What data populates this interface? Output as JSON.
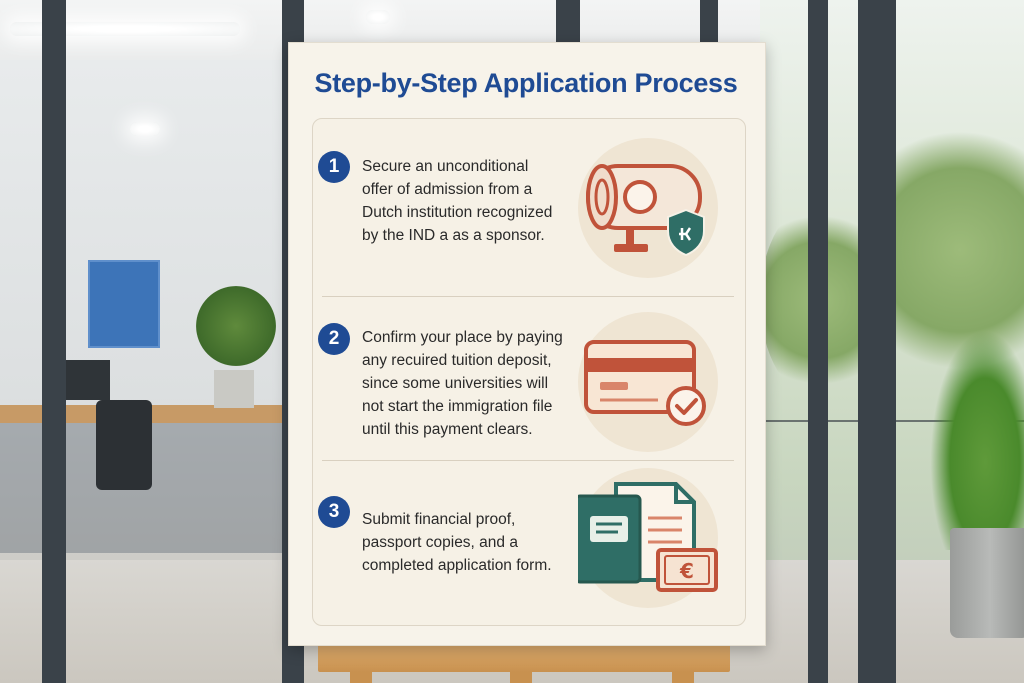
{
  "board": {
    "title": "Step-by-Step Application Process",
    "steps": [
      {
        "number": "1",
        "text": "Secure an unconditional offer of admission from a Dutch institution recognized by the IND a as a sponsor.",
        "icon": "diploma-scroll-shield-icon"
      },
      {
        "number": "2",
        "text": "Confirm your place by paying any recuired tuition deposit, since some universities will not start the immigration file until this payment clears.",
        "icon": "credit-card-check-icon"
      },
      {
        "number": "3",
        "text": "Submit financial proof, passport copies, and a completed application form.",
        "icon": "documents-euro-icon"
      }
    ]
  },
  "colors": {
    "title": "#1f4b94",
    "step_circle": "#1f4b94",
    "icon_accent": "#c0533a",
    "icon_teal": "#2f6e66"
  }
}
